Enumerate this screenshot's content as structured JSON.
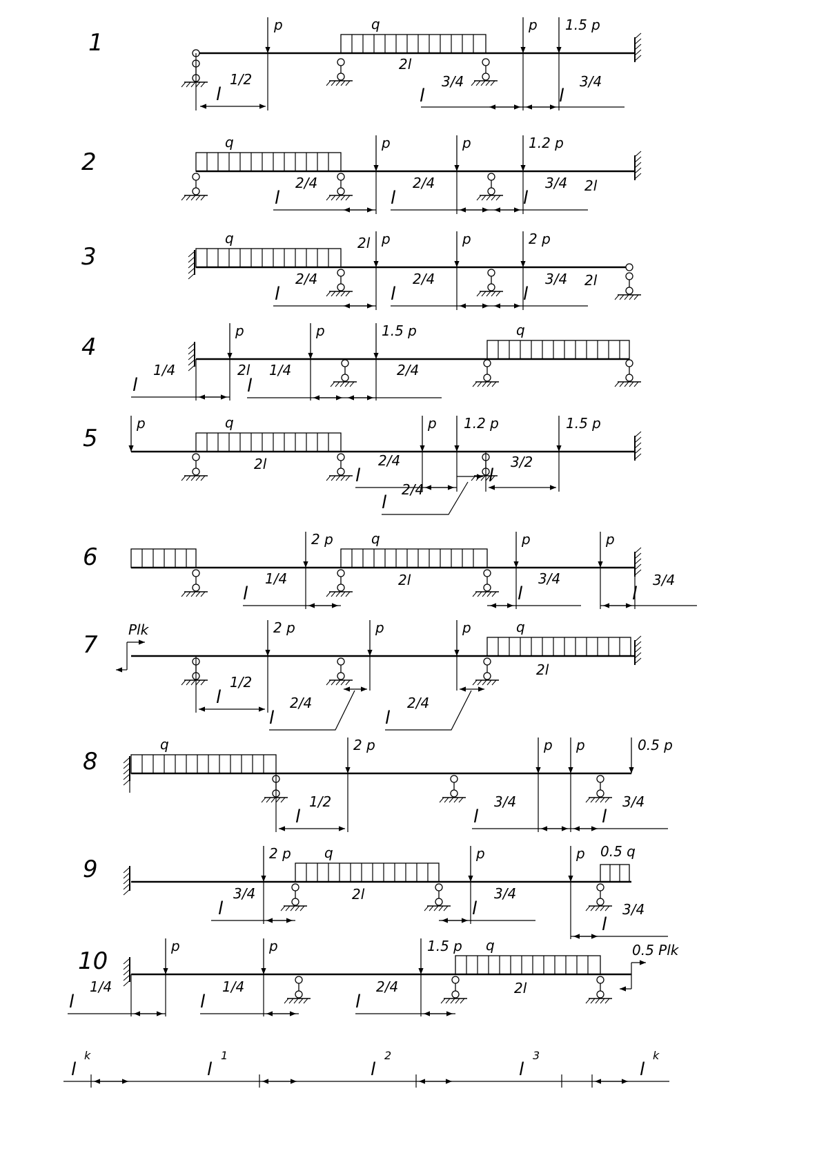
{
  "rows": [
    {
      "number": "1",
      "labels": [
        "p",
        "q",
        "p",
        "1.5 p",
        "2l",
        "1/2",
        "3/4",
        "3/4",
        "l",
        "l",
        "l"
      ]
    },
    {
      "number": "2",
      "labels": [
        "q",
        "p",
        "p",
        "1.2 p",
        "2/4",
        "2/4",
        "3/4",
        "2l",
        "l",
        "l",
        "l"
      ]
    },
    {
      "number": "3",
      "labels": [
        "q",
        "2l",
        "p",
        "p",
        "2 p",
        "2/4",
        "2/4",
        "3/4",
        "2l",
        "l",
        "l",
        "l"
      ]
    },
    {
      "number": "4",
      "labels": [
        "p",
        "p",
        "1.5 p",
        "q",
        "1/4",
        "2l",
        "1/4",
        "2/4",
        "l",
        "l"
      ]
    },
    {
      "number": "5",
      "labels": [
        "p",
        "q",
        "p",
        "1.2 p",
        "1.5 p",
        "2l",
        "2/4",
        "3/2",
        "2/4",
        "l",
        "l",
        "l"
      ]
    },
    {
      "number": "6",
      "labels": [
        "2 p",
        "q",
        "p",
        "p",
        "1/4",
        "2l",
        "3/4",
        "3/4",
        "l",
        "l",
        "l"
      ]
    },
    {
      "number": "7",
      "labels": [
        "Plk",
        "2 p",
        "p",
        "p",
        "q",
        "2l",
        "1/2",
        "2/4",
        "2/4",
        "l",
        "l",
        "l"
      ]
    },
    {
      "number": "8",
      "labels": [
        "q",
        "2 p",
        "p",
        "p",
        "0.5 p",
        "1/2",
        "3/4",
        "3/4",
        "l",
        "l",
        "l"
      ]
    },
    {
      "number": "9",
      "labels": [
        "2 p",
        "q",
        "p",
        "p",
        "0.5 q",
        "3/4",
        "2l",
        "3/4",
        "3/4",
        "l",
        "l",
        "l"
      ]
    },
    {
      "number": "10",
      "labels": [
        "p",
        "p",
        "1.5 p",
        "q",
        "0.5 Plk",
        "1/4",
        "1/4",
        "2/4",
        "2l",
        "l",
        "l",
        "l"
      ]
    }
  ],
  "scale": {
    "main": "l",
    "subscripts": [
      "k",
      "1",
      "2",
      "3",
      "k"
    ]
  }
}
